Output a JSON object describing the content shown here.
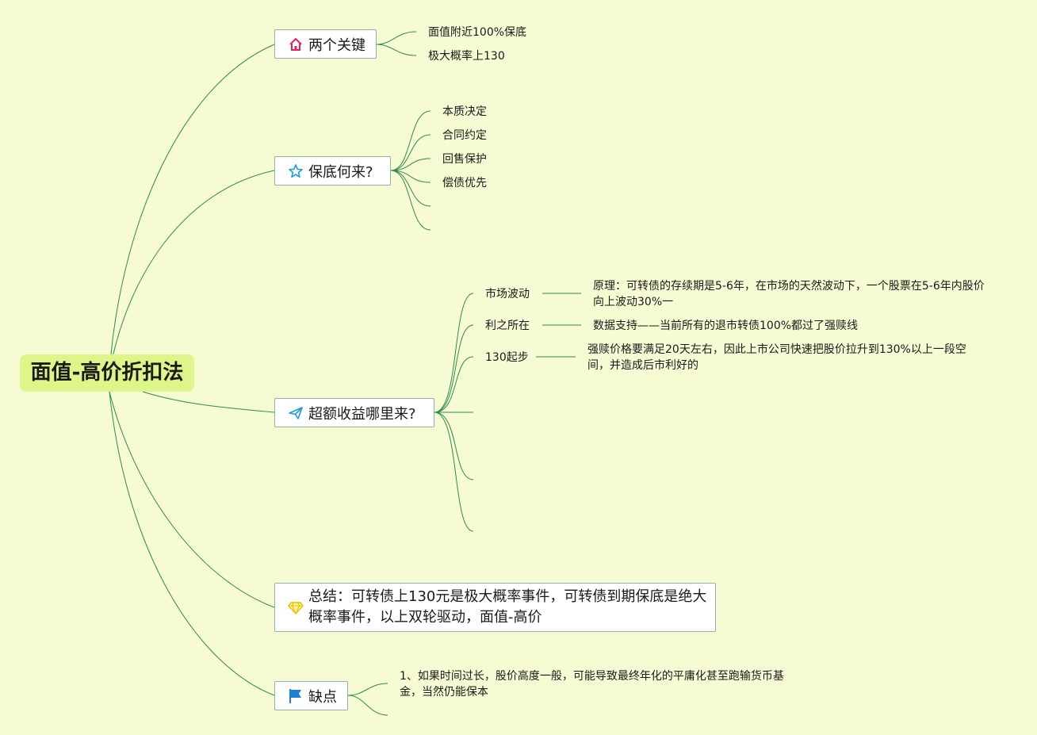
{
  "root": {
    "title": "面值-高价折扣法"
  },
  "branches": {
    "keys": {
      "label": "两个关键",
      "icon": "house-icon",
      "children": [
        "面值附近100%保底",
        "极大概率上130"
      ]
    },
    "guarantee": {
      "label": "保底何来?",
      "icon": "star-icon",
      "children": [
        "本质决定",
        "合同约定",
        "回售保护",
        "偿债优先"
      ]
    },
    "excess": {
      "label": "超额收益哪里来?",
      "icon": "paper-plane-icon",
      "children": [
        {
          "label": "市场波动",
          "detail": "原理：可转债的存续期是5-6年，在市场的天然波动下，一个股票在5-6年内股价向上波动30%一"
        },
        {
          "label": "利之所在",
          "detail": "数据支持——当前所有的退市转债100%都过了强赎线"
        },
        {
          "label": "130起步",
          "detail": "强赎价格要满足20天左右，因此上市公司快速把股价拉升到130%以上一段空间，并造成后市利好的"
        }
      ]
    },
    "summary": {
      "label": "总结：可转债上130元是极大概率事件，可转债到期保底是绝大概率事件，以上双轮驱动，面值-高价",
      "icon": "diamond-icon"
    },
    "cons": {
      "label": "缺点",
      "icon": "flag-icon",
      "children": [
        "1、如果时间过长，股价高度一般，可能导致最终年化的平庸化甚至跑输货币基金，当然仍能保本"
      ]
    }
  },
  "colors": {
    "background": "#f6fbd3",
    "root_fill": "#def589",
    "connector": "#2e8a52",
    "topic_border": "#8fb3a8"
  }
}
